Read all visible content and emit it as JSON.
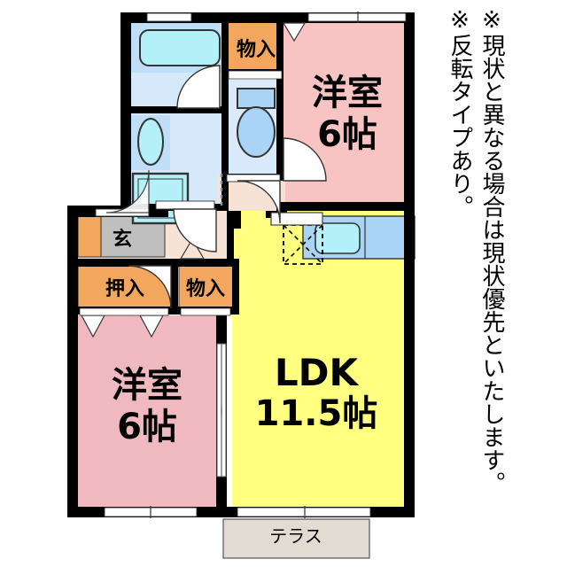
{
  "document": {
    "type": "floor-plan",
    "kind": "japanese-madori",
    "layout_name": "2LDK"
  },
  "notes": {
    "reverse_type": "※反転タイプあり。",
    "current_condition": "※現状と異なる場合は現状優先といたします。"
  },
  "rooms": [
    {
      "id": "bedroom-north",
      "name_line1": "洋室",
      "name_line2": "6帖",
      "color": "#f7c3c3",
      "size_jo": 6
    },
    {
      "id": "bedroom-south",
      "name_line1": "洋室",
      "name_line2": "6帖",
      "color": "#f0b9c0",
      "size_jo": 6
    },
    {
      "id": "ldk",
      "name_line1": "LDK",
      "name_line2": "11.5帖",
      "color": "#ffff80",
      "size_jo": 11.5
    }
  ],
  "labels": {
    "closet_north": "物入",
    "closet_hall": "物入",
    "oshiire": "押入",
    "genkan": "玄",
    "terrace": "テラス"
  },
  "fixtures": {
    "bath": "bathtub",
    "toilet": "toilet",
    "washbasin": "washbasin",
    "washer_pan": "washing-machine-pan",
    "kitchen_sink": "kitchen-sink",
    "stove": "gas-range"
  },
  "colors": {
    "wall": "#000000",
    "bedroom_pink": "#f7c3c3",
    "bedroom_pink_dark": "#f0b9c0",
    "ldk_yellow": "#ffff80",
    "water_blue": "#cfe4fb",
    "fixture_blue": "#aad4f5",
    "tub_cyan": "#b3f0f7",
    "closet_orange": "#f2a65e",
    "hall_beige": "#f7e3d5",
    "genkan_gray": "#bfbfbf",
    "terrace_beige": "#e2dbd1",
    "outline": "#333333",
    "window_white": "#ffffff"
  }
}
